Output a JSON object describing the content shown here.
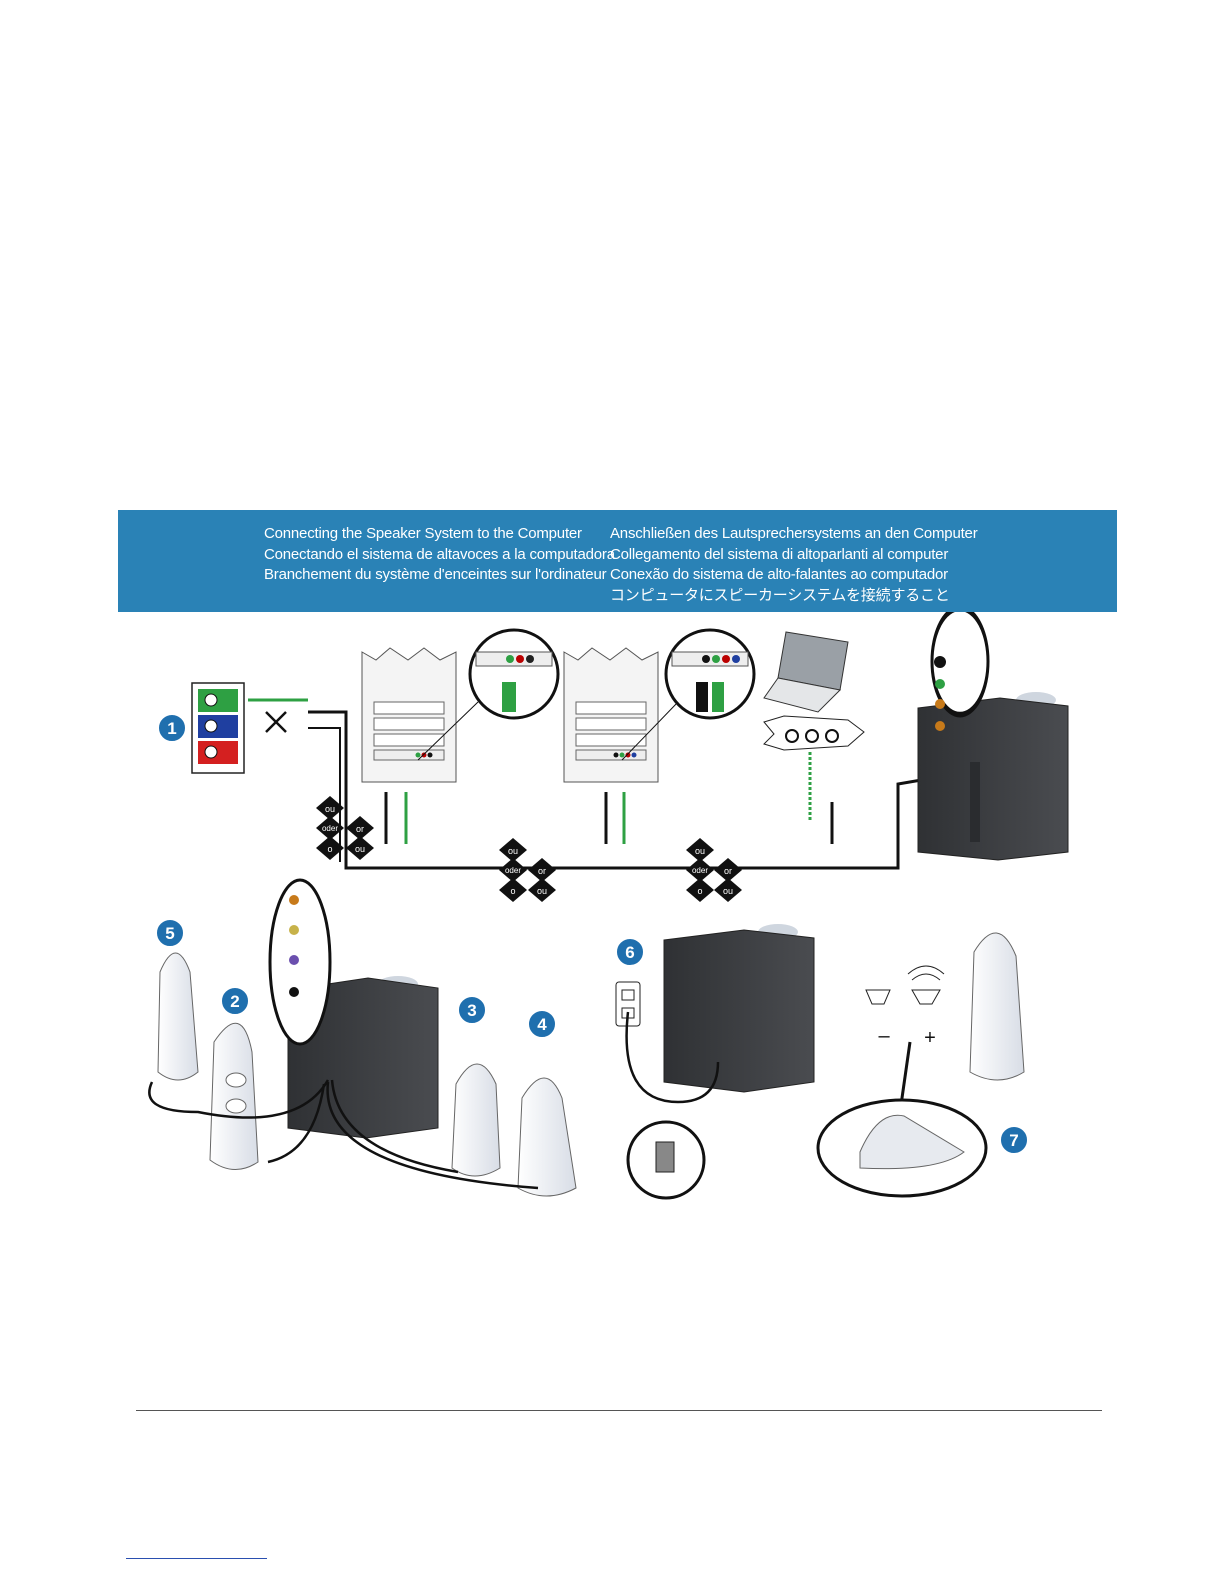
{
  "banner": {
    "left_lines": [
      "Connecting the Speaker System to the Computer",
      "Conectando el sistema de altavoces a la computadora",
      "Branchement du système d'enceintes sur l'ordinateur"
    ],
    "right_lines": [
      "Anschließen des Lautsprechersystems an den Computer",
      "Collegamento del sistema di altoparlanti al computer",
      "Conexão do sistema de alto-falantes ao computador",
      "コンピュータにスピーカーシステムを接続すること"
    ]
  },
  "steps": [
    "1",
    "2",
    "3",
    "4",
    "5",
    "6",
    "7"
  ],
  "or_words": [
    "ou",
    "oder",
    "or",
    "o",
    "ou"
  ],
  "polarity": {
    "minus": "–",
    "plus": "+"
  },
  "colors": {
    "banner": "#2a82b6",
    "step_badge": "#1f6fae",
    "green_jack": "#2ea043",
    "blue_jack": "#1f3fa0",
    "red_jack": "#d42020",
    "subwoofer": "#3a3c3f"
  }
}
